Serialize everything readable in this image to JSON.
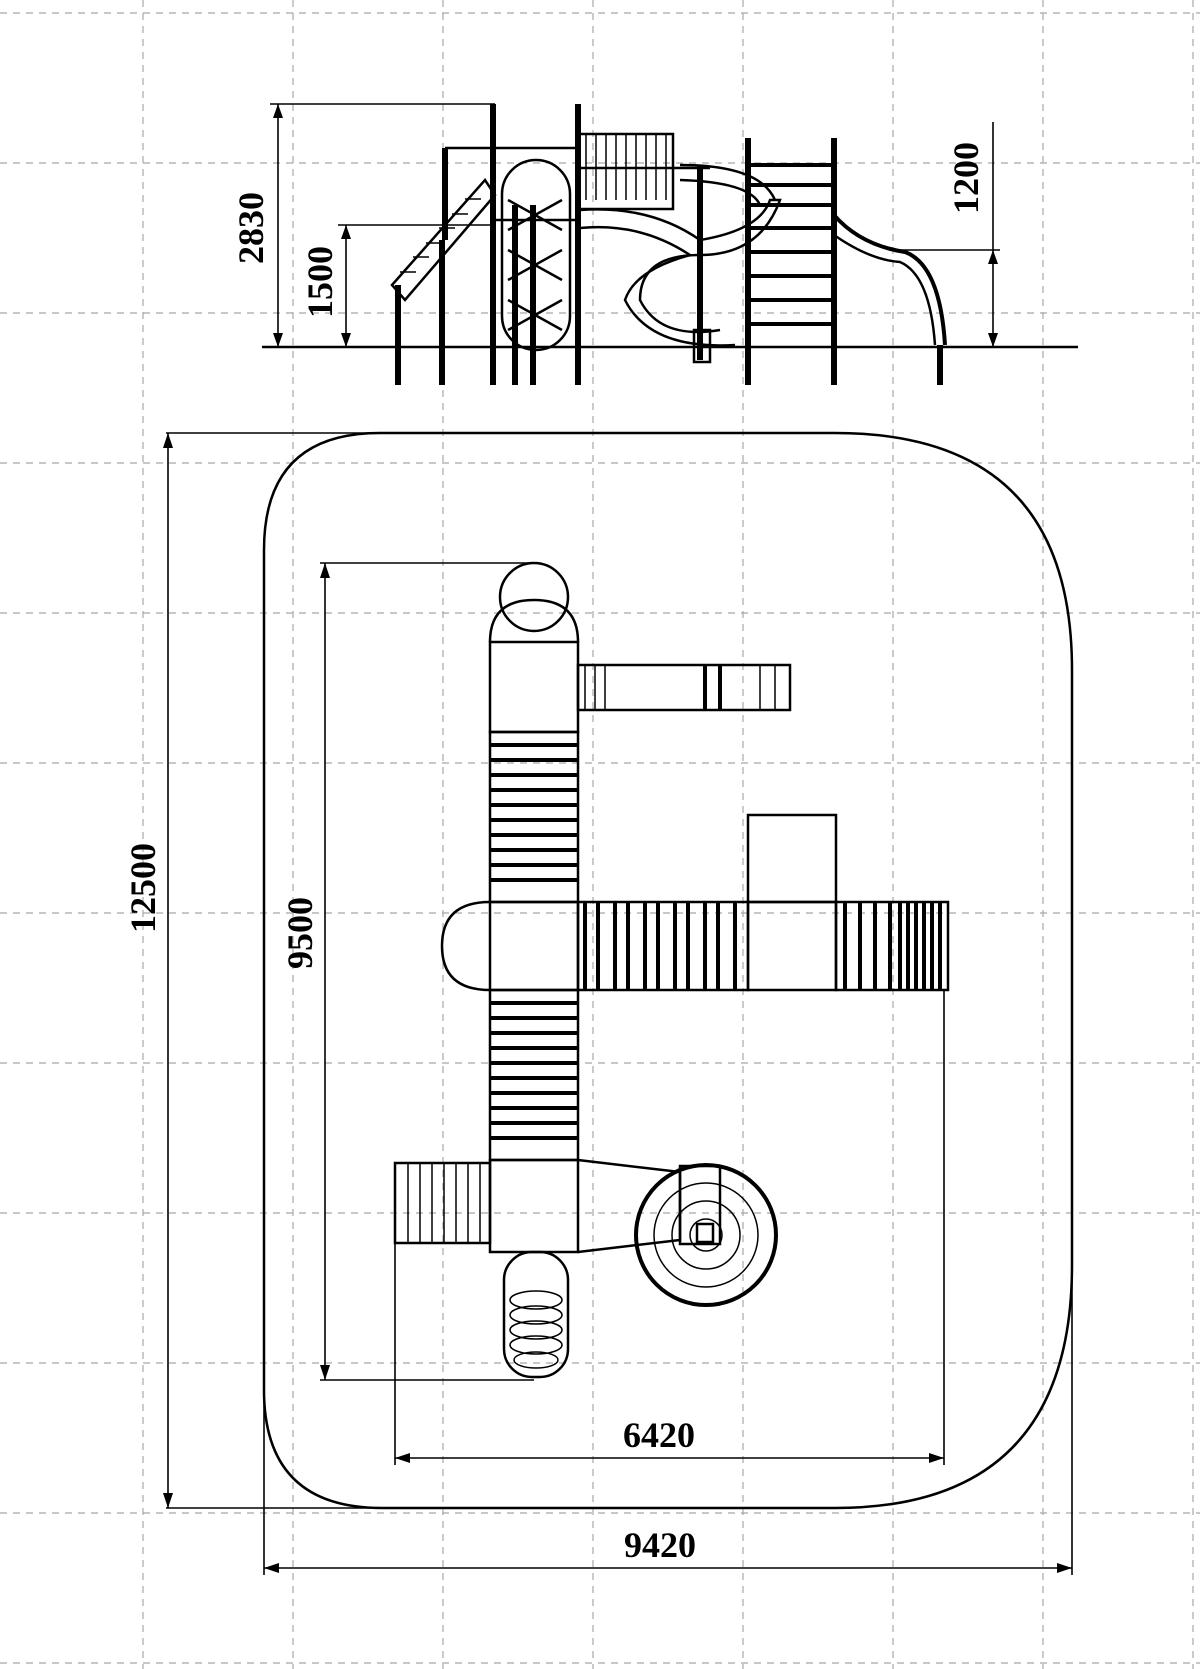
{
  "dimensions": {
    "side_overall_height": "2830",
    "side_platform_height": "1500",
    "side_slide_height": "1200",
    "plan_total_length": "12500",
    "plan_equipment_length": "9500",
    "plan_equipment_width": "6420",
    "plan_total_width": "9420"
  }
}
